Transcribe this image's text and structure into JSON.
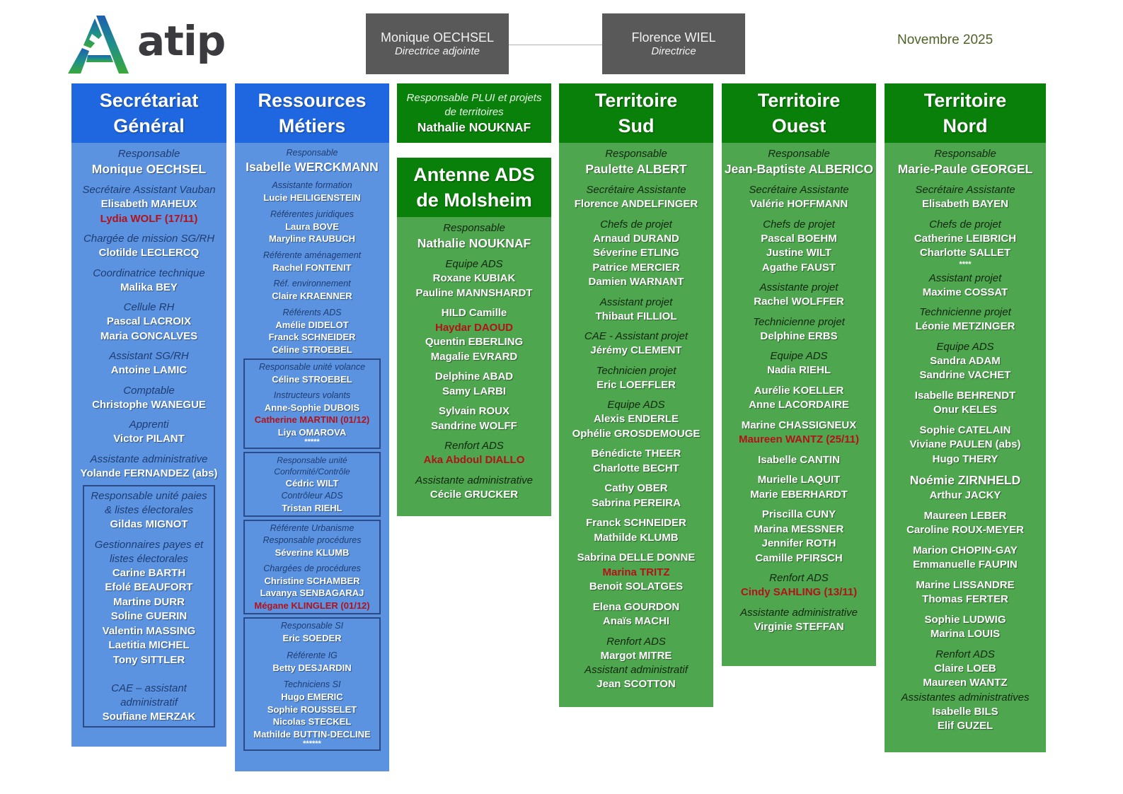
{
  "header": {
    "logo_text": "atip",
    "date": "Novembre 2025",
    "directors": [
      {
        "name": "Monique OECHSEL",
        "role": "Directrice adjointe"
      },
      {
        "name": "Florence WIEL",
        "role": "Directrice"
      }
    ]
  },
  "colors": {
    "blue_header": "#1f67e0",
    "blue_body": "#5b93e0",
    "green_header": "#098009",
    "green_body": "#4ea64e",
    "highlight_red": "#b3121a",
    "director_box": "#595959"
  },
  "secretariat": {
    "title_line1": "Secrétariat",
    "title_line2": "Général",
    "groups": [
      {
        "role": "Responsable",
        "names": [
          "Monique OECHSEL"
        ]
      },
      {
        "role": "Secrétaire Assistant Vauban",
        "names": [
          "Elisabeth MAHEUX",
          "Lydia WOLF (17/11)"
        ]
      },
      {
        "role": "Chargée de mission SG/RH",
        "names": [
          "Clotilde LECLERCQ"
        ]
      },
      {
        "role": "Coordinatrice technique",
        "names": [
          "Malika BEY"
        ]
      },
      {
        "role": "Cellule RH",
        "names": [
          "Pascal LACROIX",
          "Maria GONCALVES"
        ]
      },
      {
        "role": "Assistant SG/RH",
        "names": [
          "Antoine LAMIC"
        ]
      },
      {
        "role": "Comptable",
        "names": [
          "Christophe WANEGUE"
        ]
      },
      {
        "role": "Apprenti",
        "names": [
          "Victor PILANT"
        ]
      },
      {
        "role": "Assistante administrative",
        "names": [
          "Yolande FERNANDEZ (abs)"
        ]
      }
    ],
    "paie_unit": {
      "role1": "Responsable unité paies & listes électorales",
      "head": "Gildas MIGNOT",
      "role2": "Gestionnaires payes et listes électorales",
      "names": [
        "Carine BARTH",
        "Efolé BEAUFORT",
        "Martine DURR",
        "Soline GUERIN",
        "Valentin MASSING",
        "Laetitia MICHEL",
        "Tony SITTLER"
      ],
      "role3": "CAE – assistant administratif",
      "cae": "Soufiane MERZAK"
    }
  },
  "ressources": {
    "title_line1": "Ressources",
    "title_line2": "Métiers",
    "responsable_role": "Responsable",
    "responsable": "Isabelle WERCKMANN",
    "groups": [
      {
        "role": "Assistante formation",
        "names": [
          "Lucie HEILIGENSTEIN"
        ]
      },
      {
        "role": "Référentes juridiques",
        "names": [
          "Laura BOVE",
          "Maryline RAUBUCH"
        ]
      },
      {
        "role": "Référente aménagement",
        "names": [
          "Rachel FONTENIT"
        ]
      },
      {
        "role": "Réf. environnement",
        "names": [
          "Claire KRAENNER"
        ]
      },
      {
        "role": "Référents ADS",
        "names": [
          "Amélie DIDELOT",
          "Franck SCHNEIDER",
          "Céline STROEBEL"
        ]
      }
    ],
    "volance": {
      "role1": "Responsable unité volance",
      "head": "Céline STROEBEL",
      "role2": "Instructeurs volants",
      "names": [
        "Anne-Sophie DUBOIS",
        "Catherine MARTINI (01/12)",
        "Liya OMAROVA"
      ],
      "stars": "*****"
    },
    "conformite": {
      "role1": "Responsable unité Conformité/Contrôle",
      "head": "Cédric WILT",
      "role2": "Contrôleur ADS",
      "names": [
        "Tristan RIEHL"
      ]
    },
    "urbanisme": {
      "role1": "Référente Urbanisme Responsable procédures",
      "head": "Séverine KLUMB",
      "role2": "Chargées de procédures",
      "names": [
        "Christine SCHAMBER",
        "Lavanya SENBAGARAJ",
        "Mégane KLINGLER (01/12)"
      ]
    },
    "si": {
      "role1": "Responsable SI",
      "head": "Eric SOEDER",
      "role2": "Référente IG",
      "ig": "Betty DESJARDIN",
      "role3": "Techniciens SI",
      "names": [
        "Hugo EMERIC",
        "Sophie ROUSSELET",
        "Nicolas STECKEL",
        "Mathilde BUTTIN-DECLINE"
      ],
      "stars": "******"
    }
  },
  "plui": {
    "role_line1": "Responsable PLUI et projets",
    "role_line2": "de territoires",
    "name": "Nathalie NOUKNAF"
  },
  "molsheim": {
    "title_line1": "Antenne ADS",
    "title_line2": "de Molsheim",
    "groups": [
      {
        "role": "Responsable",
        "names": [
          "Nathalie NOUKNAF"
        ]
      },
      {
        "role": "Equipe ADS",
        "names": [
          "Roxane KUBIAK",
          "Pauline MANNSHARDT"
        ]
      },
      {
        "role": "",
        "names": [
          "HILD Camille",
          "Haydar DAOUD",
          "Quentin EBERLING",
          "Magalie EVRARD"
        ]
      },
      {
        "role": "",
        "names": [
          "Delphine ABAD",
          "Samy LARBI"
        ]
      },
      {
        "role": "",
        "names": [
          "Sylvain ROUX",
          "Sandrine WOLFF"
        ]
      },
      {
        "role": "Renfort ADS",
        "names": [
          "Aka Abdoul DIALLO"
        ]
      },
      {
        "role": "Assistante administrative",
        "names": [
          "Cécile GRUCKER"
        ]
      }
    ]
  },
  "sud": {
    "title_line1": "Territoire",
    "title_line2": "Sud",
    "groups": [
      {
        "role": "Responsable",
        "names": [
          "Paulette ALBERT"
        ]
      },
      {
        "role": "Secrétaire Assistante",
        "names": [
          "Florence ANDELFINGER"
        ]
      },
      {
        "role": "Chefs de projet",
        "names": [
          "Arnaud DURAND",
          "Séverine ETLING",
          "Patrice MERCIER",
          "Damien WARNANT"
        ]
      },
      {
        "role": "Assistant projet",
        "names": [
          "Thibaut FILLIOL"
        ]
      },
      {
        "role": "CAE - Assistant projet",
        "names": [
          "Jérémy CLEMENT"
        ]
      },
      {
        "role": "Technicien projet",
        "names": [
          "Eric LOEFFLER"
        ]
      },
      {
        "role": "Equipe ADS",
        "names": [
          "Alexis ENDERLE",
          "Ophélie GROSDEMOUGE"
        ]
      },
      {
        "role": "",
        "names": [
          "Bénédicte THEER",
          "Charlotte BECHT"
        ]
      },
      {
        "role": "",
        "names": [
          "Cathy OBER",
          "Sabrina PEREIRA"
        ]
      },
      {
        "role": "",
        "names": [
          "Franck SCHNEIDER",
          "Mathilde KLUMB"
        ]
      },
      {
        "role": "",
        "names": [
          "Sabrina DELLE DONNE",
          "Marina TRITZ",
          "Benoit SOLATGES"
        ]
      },
      {
        "role": "",
        "names": [
          "Elena GOURDON",
          "Anaïs MACHI"
        ]
      },
      {
        "role": "Renfort ADS",
        "names": [
          "Margot MITRE"
        ]
      },
      {
        "role": "Assistant administratif",
        "names": [
          "Jean SCOTTON"
        ]
      }
    ]
  },
  "ouest": {
    "title_line1": "Territoire",
    "title_line2": "Ouest",
    "groups": [
      {
        "role": "Responsable",
        "names": [
          "Jean-Baptiste ALBERICO"
        ]
      },
      {
        "role": "Secrétaire Assistante",
        "names": [
          "Valérie HOFFMANN"
        ]
      },
      {
        "role": "Chefs de projet",
        "names": [
          "Pascal BOEHM",
          "Justine WILT",
          "Agathe FAUST"
        ]
      },
      {
        "role": "Assistante projet",
        "names": [
          "Rachel WOLFFER"
        ]
      },
      {
        "role": "Technicienne projet",
        "names": [
          "Delphine ERBS"
        ]
      },
      {
        "role": "Equipe ADS",
        "names": [
          "Nadia RIEHL"
        ]
      },
      {
        "role": "",
        "names": [
          "Aurélie KOELLER",
          "Anne LACORDAIRE"
        ]
      },
      {
        "role": "",
        "names": [
          "Marine CHASSIGNEUX",
          "Maureen WANTZ (25/11)"
        ]
      },
      {
        "role": "",
        "names": [
          "Isabelle CANTIN"
        ]
      },
      {
        "role": "",
        "names": [
          "Murielle LAQUIT",
          "Marie EBERHARDT"
        ]
      },
      {
        "role": "",
        "names": [
          "Priscilla CUNY",
          "Marina MESSNER",
          "Jennifer ROTH",
          "Camille PFIRSCH"
        ]
      },
      {
        "role": "Renfort ADS",
        "names": [
          "Cindy SAHLING (13/11)"
        ]
      },
      {
        "role": "Assistante administrative",
        "names": [
          "Virginie STEFFAN"
        ]
      }
    ]
  },
  "nord": {
    "title_line1": "Territoire",
    "title_line2": "Nord",
    "groups": [
      {
        "role": "Responsable",
        "names": [
          "Marie-Paule GEORGEL"
        ]
      },
      {
        "role": "Secrétaire Assistante",
        "names": [
          "Elisabeth BAYEN"
        ]
      },
      {
        "role": "Chefs de projet",
        "names": [
          "Catherine LEIBRICH",
          "Charlotte SALLET",
          "****"
        ]
      },
      {
        "role": "Assistant projet",
        "names": [
          "Maxime COSSAT"
        ]
      },
      {
        "role": "Technicienne projet",
        "names": [
          "Léonie METZINGER"
        ]
      },
      {
        "role": "Equipe ADS",
        "names": [
          "Sandra ADAM",
          "Sandrine VACHET"
        ]
      },
      {
        "role": "",
        "names": [
          "Isabelle BEHRENDT",
          "Onur KELES"
        ]
      },
      {
        "role": "",
        "names": [
          "Sophie CATELAIN",
          "Viviane PAULEN (abs)",
          "Hugo THERY"
        ]
      },
      {
        "role": "",
        "names": [
          "Noémie ZIRNHELD",
          "Arthur JACKY"
        ]
      },
      {
        "role": "",
        "names": [
          "Maureen LEBER",
          "Caroline ROUX-MEYER"
        ]
      },
      {
        "role": "",
        "names": [
          "Marion CHOPIN-GAY",
          "Emmanuelle FAUPIN"
        ]
      },
      {
        "role": "",
        "names": [
          "Marine LISSANDRE",
          "Thomas FERTER"
        ]
      },
      {
        "role": "",
        "names": [
          "Sophie LUDWIG",
          "Marina LOUIS"
        ]
      },
      {
        "role": "Renfort ADS",
        "names": [
          "Claire LOEB",
          "Maureen WANTZ"
        ]
      },
      {
        "role": "Assistantes administratives",
        "names": [
          "Isabelle BILS",
          "Elif GUZEL"
        ]
      }
    ]
  }
}
